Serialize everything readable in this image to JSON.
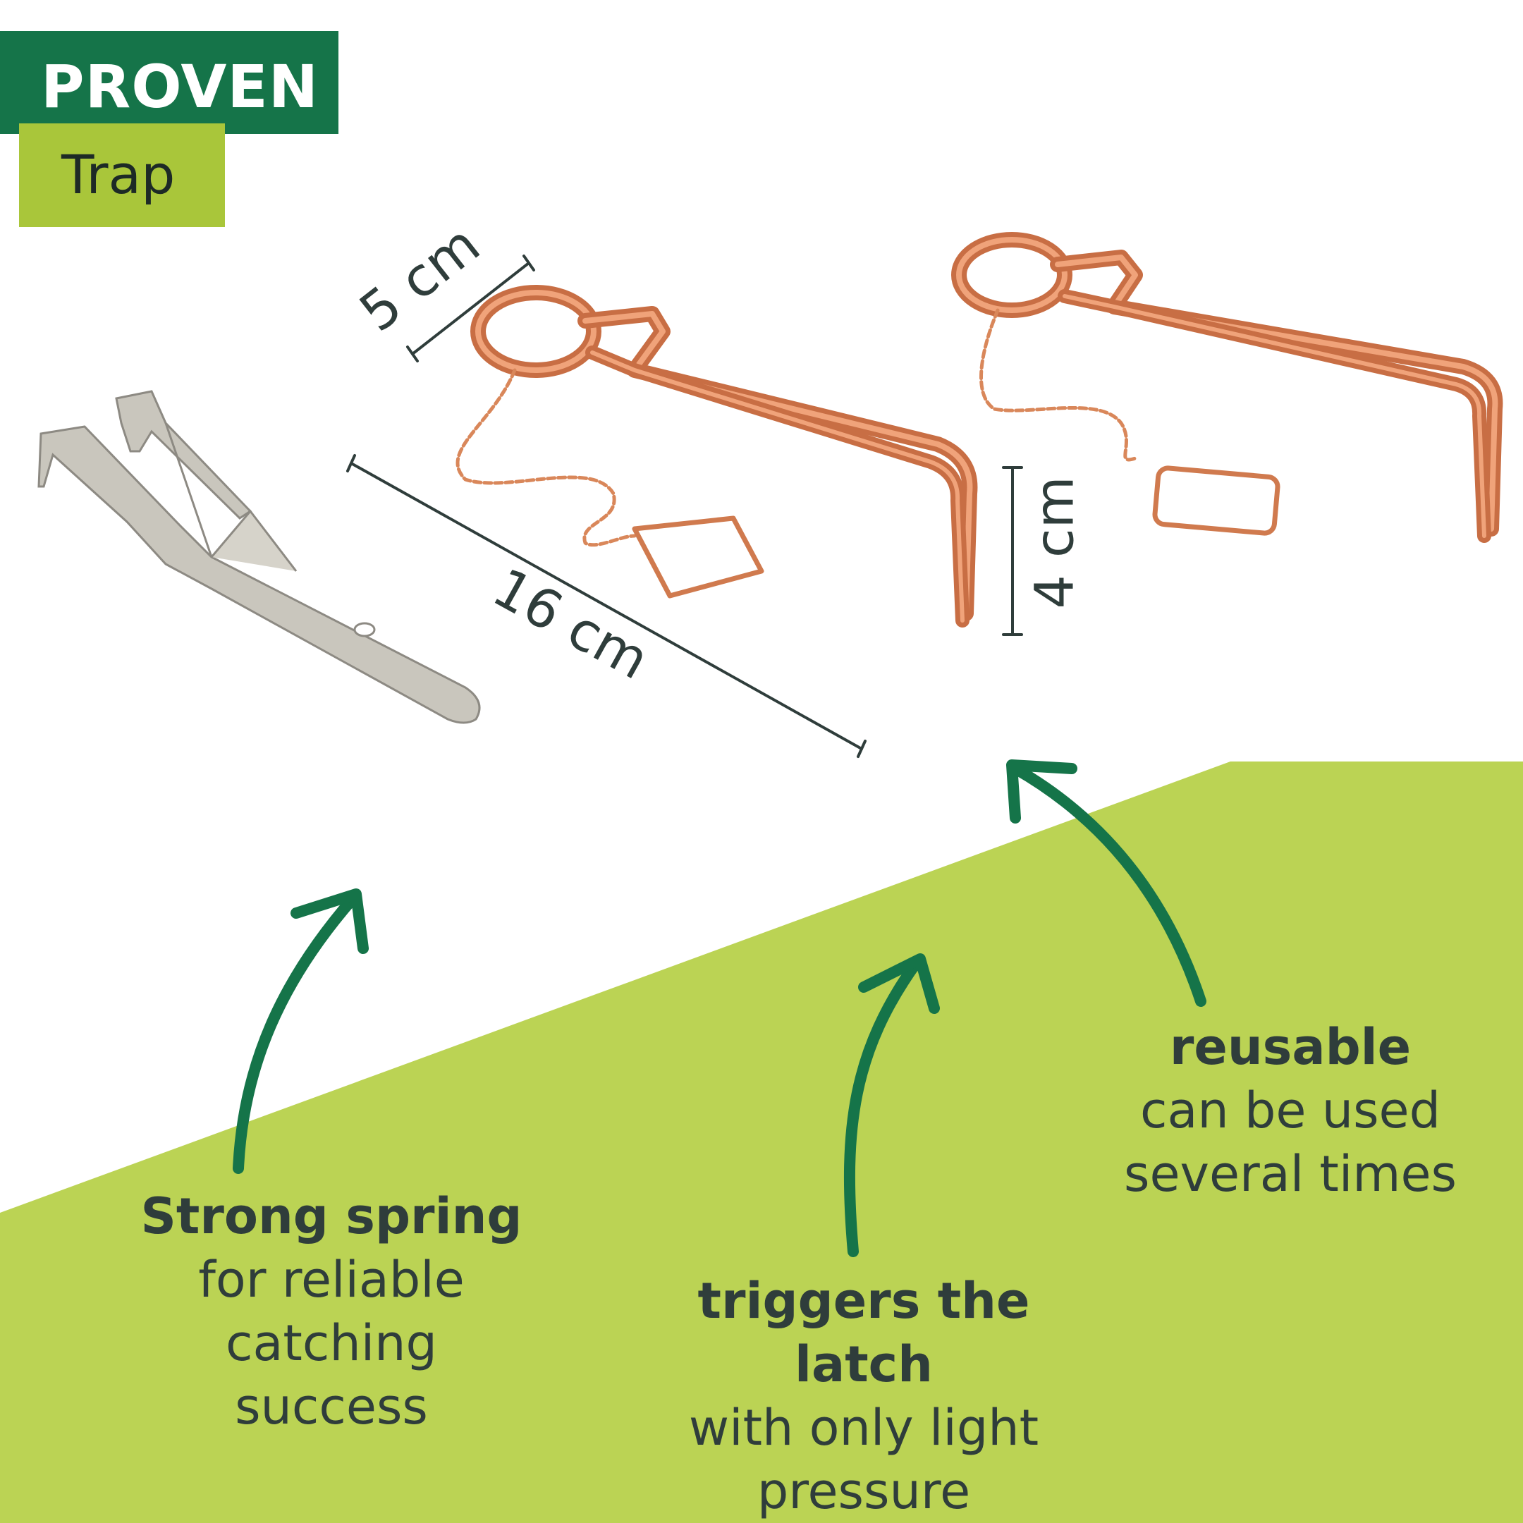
{
  "colors": {
    "brand_dark_green": "#157449",
    "brand_light_green": "#a9c63a",
    "band_green": "#bbd354",
    "arrow_green": "#157449",
    "text_dark": "#2f3d3b",
    "copper": "#dc8a5e",
    "steel": "#bdbab2"
  },
  "badge": {
    "line1": "PROVEN",
    "line2": "Trap"
  },
  "dimensions": {
    "coil_diameter": "5 cm",
    "length": "16 cm",
    "leg_height": "4 cm"
  },
  "features": [
    {
      "title": "Strong spring",
      "lines": [
        "for reliable",
        "catching",
        "success"
      ]
    },
    {
      "title": "triggers the latch",
      "lines": [
        "with only light",
        "pressure"
      ]
    },
    {
      "title": "reusable",
      "lines": [
        "can be used",
        "several times"
      ]
    }
  ],
  "icons": {
    "arrow": "curved-arrow-icon",
    "product": "copper-spring-trap",
    "tool": "steel-fork-key"
  }
}
